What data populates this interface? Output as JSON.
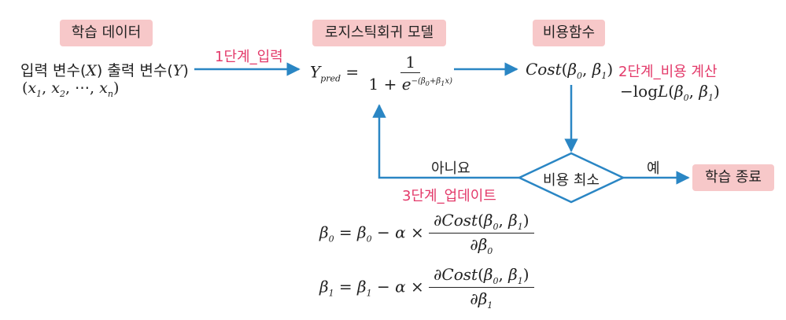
{
  "boxes": {
    "learning_data": "학습 데이터",
    "logistic_model": "로지스틱회귀 모델",
    "cost_function": "비용함수",
    "end": "학습 종료"
  },
  "steps": {
    "step1": "1단계_입력",
    "step2": "2단계_비용 계산",
    "step3": "3단계_업데이트"
  },
  "decision": {
    "label": "비용 최소",
    "no": "아니요",
    "yes": "예"
  },
  "inputs": {
    "var_in": "입력 변수",
    "var_out": "출력 변수",
    "X": "X",
    "Y": "Y"
  },
  "colors": {
    "box_fill": "#f7c8c9",
    "arrow": "#2a86c4",
    "step_text": "#e33a6a"
  }
}
